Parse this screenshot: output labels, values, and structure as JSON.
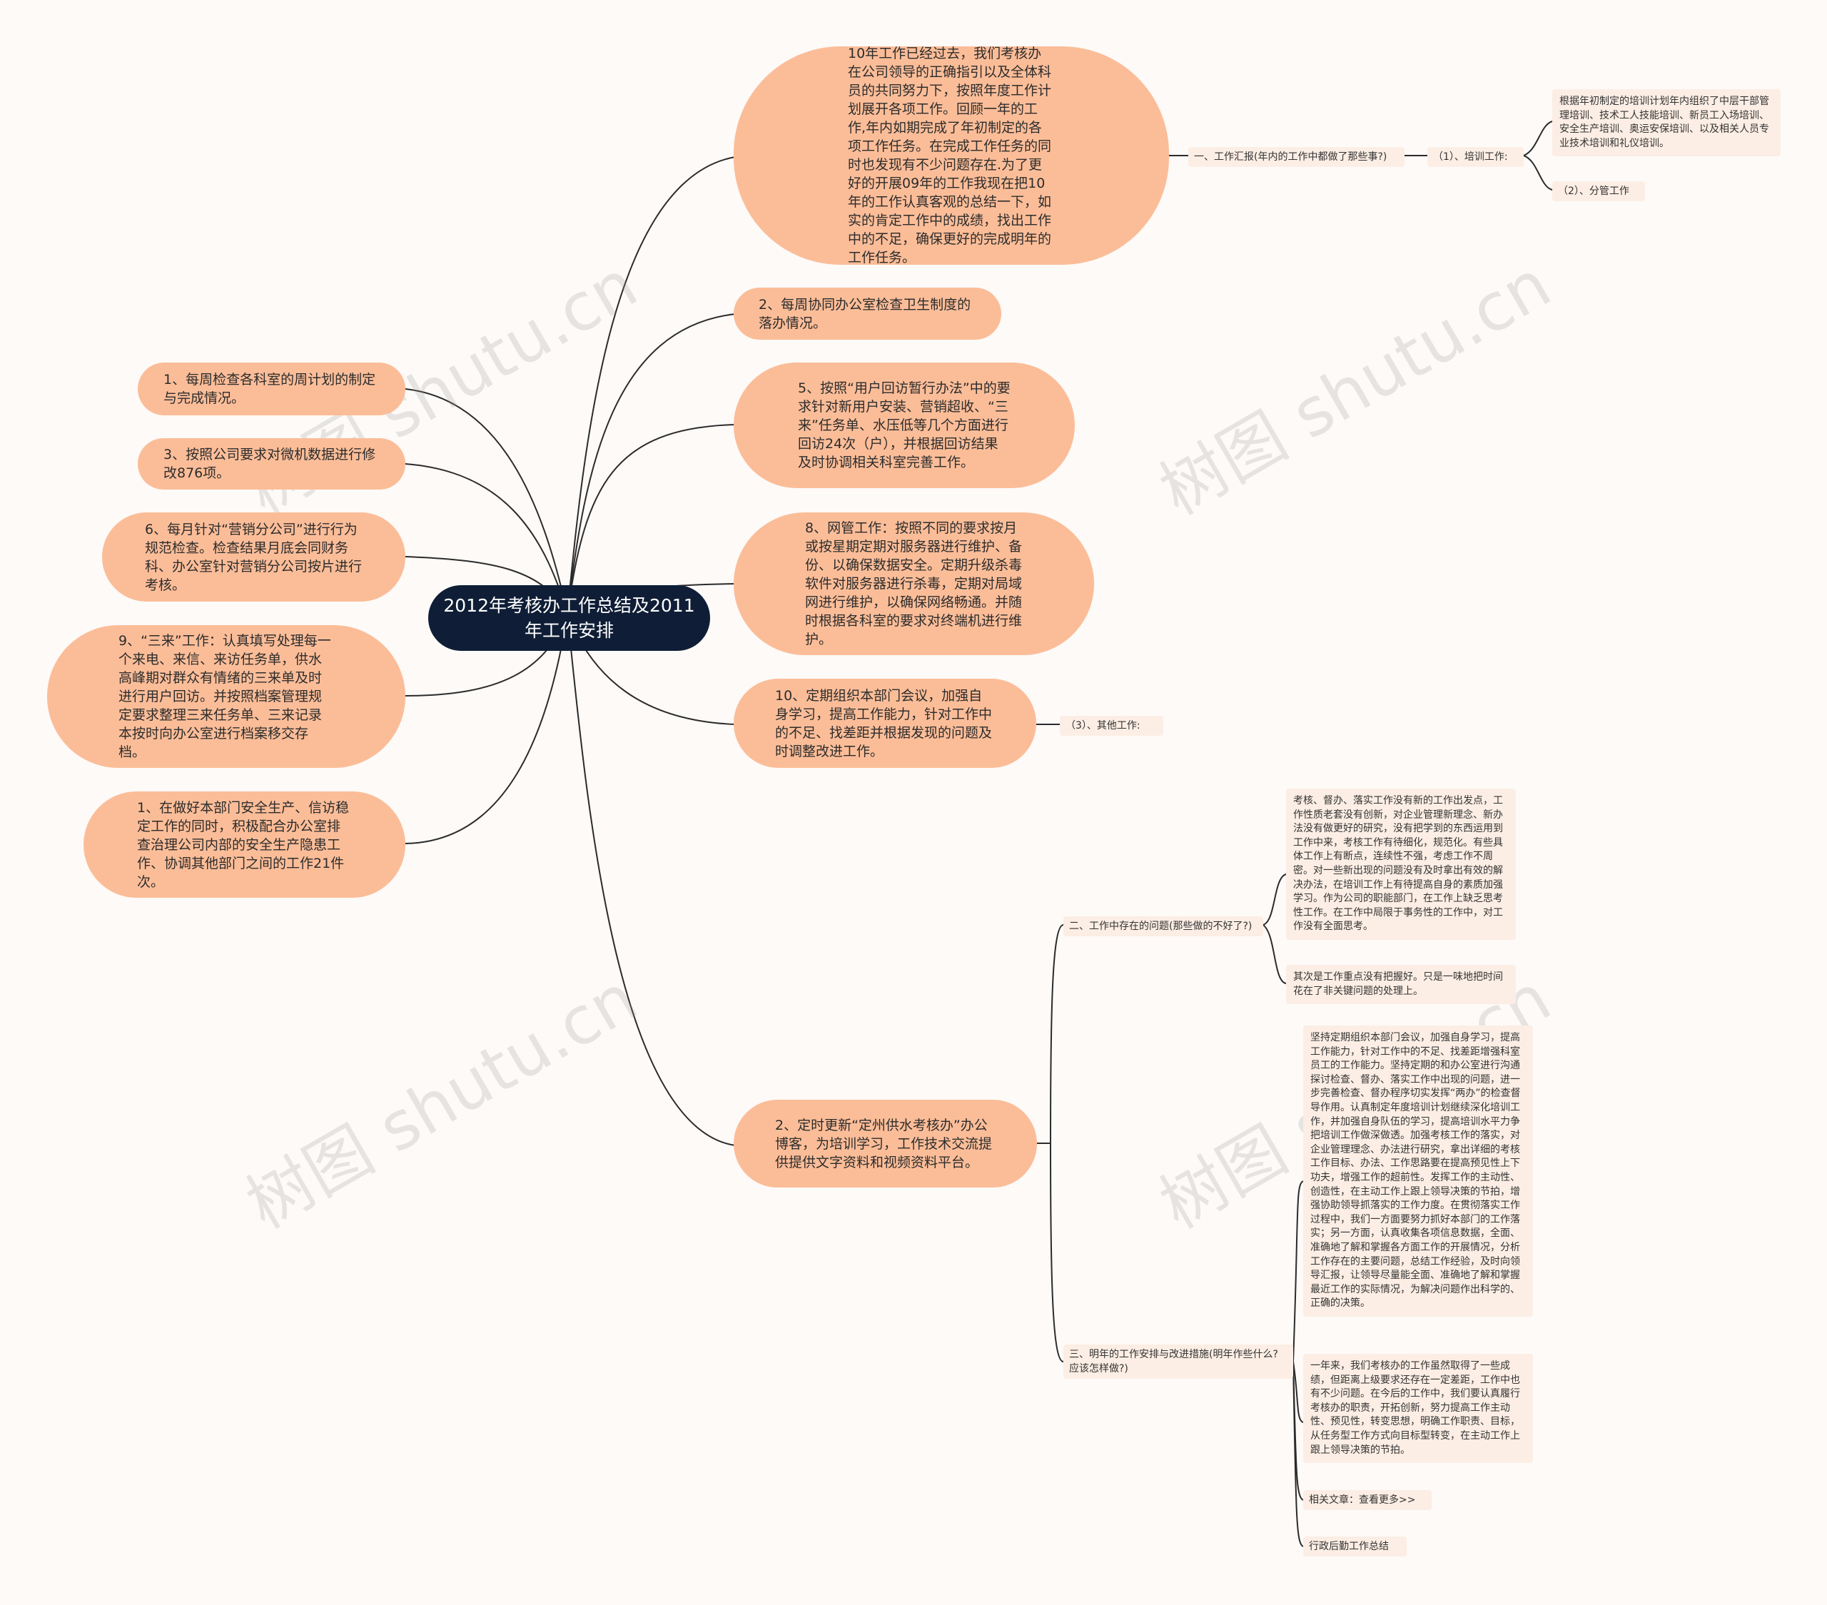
{
  "root": {
    "title": "2012年考核办工作总结及2011年工作安排"
  },
  "right": {
    "intro": "10年工作已经过去，我们考核办在公司领导的正确指引以及全体科员的共同努力下，按照年度工作计划展开各项工作。回顾一年的工作,年内如期完成了年初制定的各项工作任务。在完成工作任务的同时也发现有不少问题存在.为了更好的开展09年的工作我现在把10年的工作认真客观的总结一下，如实的肯定工作中的成绩，找出工作中的不足，确保更好的完成明年的工作任务。",
    "weekly_sanitation": "2、每周协同办公室检查卫生制度的落办情况。",
    "visits": "5、按照“用户回访暂行办法”中的要求针对新用户安装、营销超收、“三来”任务单、水压低等几个方面进行回访24次（户），并根据回访结果及时协调相关科室完善工作。",
    "network": "8、网管工作：按照不同的要求按月或按星期定期对服务器进行维护、备份、以确保数据安全。定期升级杀毒软件对服务器进行杀毒，定期对局域网进行维护，以确保网络畅通。并随时根据各科室的要求对终端机进行维护。",
    "meetings": "10、定期组织本部门会议，加强自身学习，提高工作能力，针对工作中的不足、找差距并根据发现的问题及时调整改进工作。",
    "website": "2、定时更新“定州供水考核办”办公博客，为培训学习，工作技术交流提供提供文字资料和视频资料平台。"
  },
  "left": {
    "weekly_plan": "1、每周检查各科室的周计划的制定与完成情况。",
    "data_edit": "3、按照公司要求对微机数据进行修改876项。",
    "monthly_check": "6、每月针对“营销分公司”进行行为规范检查。检查结果月底会同财务科、办公室针对营销分公司按片进行考核。",
    "sanlai": "9、“三来”工作：认真填写处理每一个来电、来信、来访任务单，供水高峰期对群众有情绪的三来单及时进行用户回访。并按照档案管理规定要求整理三来任务单、三来记录本按时向办公室进行档案移交存档。",
    "safety": "1、在做好本部门安全生产、信访稳定工作的同时，积极配合办公室排查治理公司内部的安全生产隐患工作、协调其他部门之间的工作21件次。"
  },
  "report": {
    "label": "一、工作汇报(年内的工作中都做了那些事?)",
    "training": "（1）、培训工作:",
    "training_detail": "根据年初制定的培训计划年内组织了中层干部管理培训、技术工人技能培训、新员工入场培训、安全生产培训、奥运安保培训、以及相关人员专业技术培训和礼仪培训。",
    "division": "（2）、分管工作",
    "other": "（3）、其他工作:"
  },
  "problems": {
    "label": "二、工作中存在的问题(那些做的不好了?)",
    "detail1": "考核、督办、落实工作没有新的工作出发点，工作性质老套没有创新，对企业管理新理念、新办法没有做更好的研究，没有把学到的东西运用到工作中来，考核工作有待细化，规范化。有些具体工作上有断点，连续性不强，考虑工作不周密。对一些新出现的问题没有及时拿出有效的解决办法，在培训工作上有待提高自身的素质加强学习。作为公司的职能部门，在工作上缺乏思考性工作。在工作中局限于事务性的工作中，对工作没有全面思考。",
    "detail2": "其次是工作重点没有把握好。只是一味地把时间花在了非关键问题的处理上。"
  },
  "plan": {
    "label": "三、明年的工作安排与改进措施(明年作些什么?应该怎样做?)",
    "detail1": "坚持定期组织本部门会议，加强自身学习，提高工作能力，针对工作中的不足、找差距增强科室员工的工作能力。坚持定期的和办公室进行沟通探讨检查、督办、落实工作中出现的问题，进一步完善检查、督办程序切实发挥“两办”的检查督导作用。认真制定年度培训计划继续深化培训工作，并加强自身队伍的学习，提高培训水平力争把培训工作做深做透。加强考核工作的落实，对企业管理理念、办法进行研究，拿出详细的考核工作目标、办法、工作思路要在提高预见性上下功夫，增强工作的超前性。发挥工作的主动性、创造性，在主动工作上跟上领导决策的节拍，增强协助领导抓落实的工作力度。在贯彻落实工作过程中，我们一方面要努力抓好本部门的工作落实；另一方面，认真收集各项信息数据，全面、准确地了解和掌握各方面工作的开展情况，分析工作存在的主要问题，总结工作经验，及时向领导汇报，让领导尽量能全面、准确地了解和掌握最近工作的实际情况，为解决问题作出科学的、正确的决策。",
    "detail2": "一年来，我们考核办的工作虽然取得了一些成绩，但距离上级要求还存在一定差距，工作中也有不少问题。在今后的工作中，我们要认真履行考核办的职责，开拓创新，努力提高工作主动性、预见性，转变思想，明确工作职责、目标，从任务型工作方式向目标型转变，在主动工作上跟上领导决策的节拍。",
    "related": "相关文章：查看更多>>",
    "admin": "行政后勤工作总结"
  },
  "watermark": "树图 shutu.cn"
}
